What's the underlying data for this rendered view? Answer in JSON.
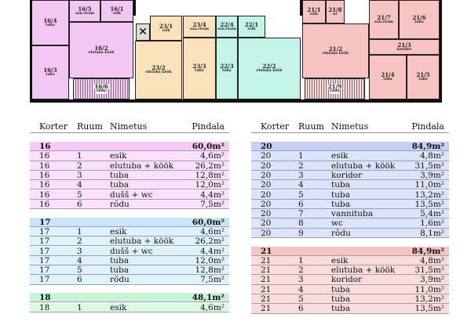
{
  "floorplan": {
    "rooms": [
      {
        "id": "16/4",
        "name": "tuba"
      },
      {
        "id": "16/5",
        "name": "san.ruum"
      },
      {
        "id": "16/1",
        "name": "esik"
      },
      {
        "id": "16/2",
        "name": "elutuba köök"
      },
      {
        "id": "16/3",
        "name": "tuba"
      },
      {
        "id": "16/6",
        "name": "rõdu"
      },
      {
        "id": "23/1",
        "name": "esik"
      },
      {
        "id": "23/4",
        "name": "san.ruum"
      },
      {
        "id": "23/2",
        "name": "elutuba köök"
      },
      {
        "id": "23/3",
        "name": "tuba"
      },
      {
        "id": "22/4",
        "name": "san.ruum"
      },
      {
        "id": "22/1",
        "name": "esik"
      },
      {
        "id": "22/3",
        "name": "tuba"
      },
      {
        "id": "22/2",
        "name": "elutuba köök"
      },
      {
        "id": "21/1",
        "name": "esik"
      },
      {
        "id": "21/8",
        "name": "wc"
      },
      {
        "id": "21/7",
        "name": "san.ruum"
      },
      {
        "id": "21/6",
        "name": "tuba"
      },
      {
        "id": "21/2",
        "name": "elutuba köök"
      },
      {
        "id": "21/3",
        "name": "koridor"
      },
      {
        "id": "21/4",
        "name": "tuba"
      },
      {
        "id": "21/5",
        "name": "tuba"
      },
      {
        "id": "21/9",
        "name": "rõdu"
      }
    ]
  },
  "columns": [
    "Korter",
    "Ruum",
    "Nimetus",
    "Pindala"
  ],
  "left": [
    {
      "apt": "16",
      "total": "60,0m²",
      "color": "#f5c8f5",
      "rowcolor": "#fbe0fb",
      "rooms": [
        [
          "16",
          "1",
          "esik",
          "4,6m²"
        ],
        [
          "16",
          "2",
          "elutuba + köök",
          "26,2m²"
        ],
        [
          "16",
          "3",
          "tuba",
          "12,8m²"
        ],
        [
          "16",
          "4",
          "tuba",
          "12,0m²"
        ],
        [
          "16",
          "5",
          "dušš + wc",
          "4,4m²"
        ],
        [
          "16",
          "6",
          "rõdu",
          "7,5m²"
        ]
      ]
    },
    {
      "apt": "17",
      "total": "60,0m²",
      "color": "#c6e6f7",
      "rowcolor": "#dff1fb",
      "rooms": [
        [
          "17",
          "1",
          "esik",
          "4,6m²"
        ],
        [
          "17",
          "2",
          "elutuba + köök",
          "26,2m²"
        ],
        [
          "17",
          "3",
          "dušš + wc",
          "4,4m²"
        ],
        [
          "17",
          "4",
          "tuba",
          "12,0m²"
        ],
        [
          "17",
          "5",
          "tuba",
          "12,8m²"
        ],
        [
          "17",
          "6",
          "rõdu",
          "7,5m²"
        ]
      ]
    },
    {
      "apt": "18",
      "total": "48,1m²",
      "color": "#c6f5d6",
      "rowcolor": "#dcf9e5",
      "rooms": [
        [
          "18",
          "1",
          "esik",
          "4,6m²"
        ]
      ]
    }
  ],
  "right": [
    {
      "apt": "20",
      "total": "84,9m²",
      "color": "#c6cff5",
      "rowcolor": "#dde3fa",
      "rooms": [
        [
          "20",
          "1",
          "esik",
          "4,8m²"
        ],
        [
          "20",
          "2",
          "elutuba + köök",
          "31,5m²"
        ],
        [
          "20",
          "3",
          "koridor",
          "3,9m²"
        ],
        [
          "20",
          "4",
          "tuba",
          "11,0m²"
        ],
        [
          "20",
          "5",
          "tuba",
          "13,2m²"
        ],
        [
          "20",
          "6",
          "tuba",
          "13,5m²"
        ],
        [
          "20",
          "7",
          "vannituba",
          "5,4m²"
        ],
        [
          "20",
          "8",
          "wc",
          "1,6m²"
        ],
        [
          "20",
          "9",
          "rõdu",
          "8,1m²"
        ]
      ]
    },
    {
      "apt": "21",
      "total": "84,9m²",
      "color": "#f7c3c3",
      "rowcolor": "#fbdcdc",
      "rooms": [
        [
          "21",
          "1",
          "esik",
          "4,8m²"
        ],
        [
          "21",
          "2",
          "elutuba + köök",
          "31,5m²"
        ],
        [
          "21",
          "3",
          "koridor",
          "3,9m²"
        ],
        [
          "21",
          "4",
          "tuba",
          "11,0m²"
        ],
        [
          "21",
          "5",
          "tuba",
          "13,2m²"
        ],
        [
          "21",
          "6",
          "tuba",
          "13,5m²"
        ]
      ]
    }
  ]
}
